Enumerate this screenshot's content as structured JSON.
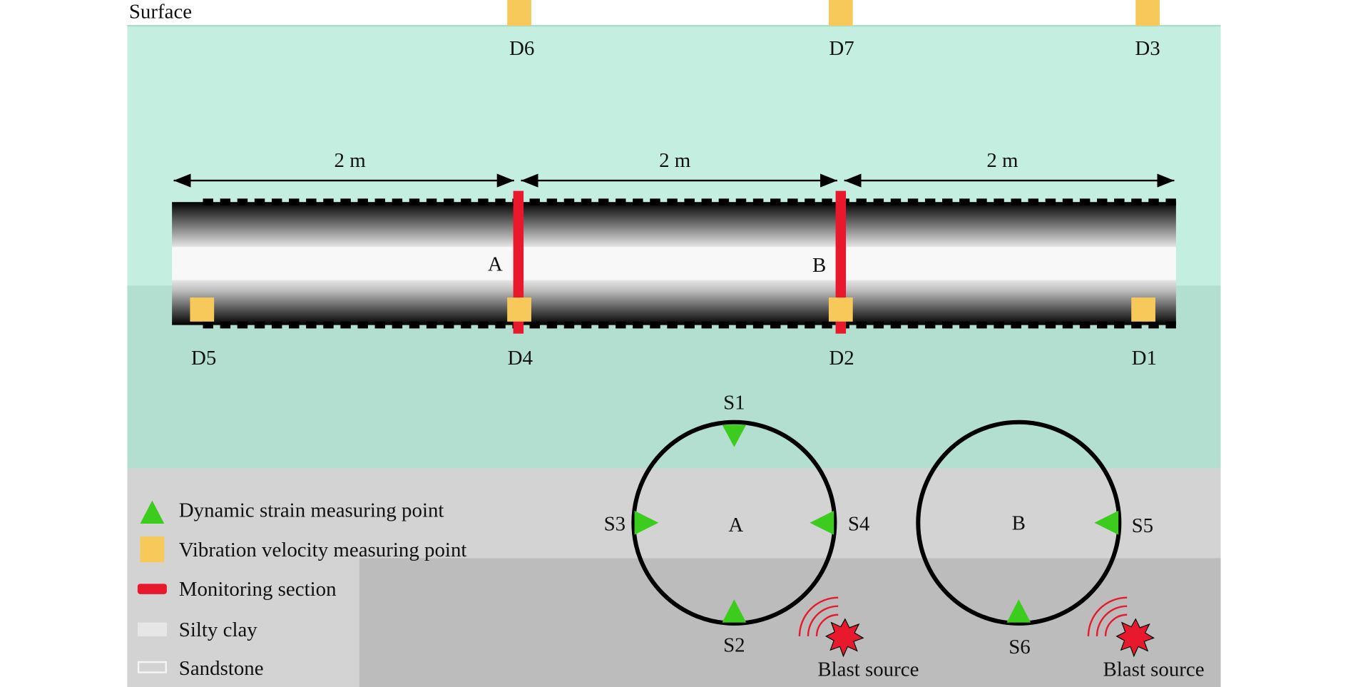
{
  "surface_label": "Surface",
  "surface_points": [
    "D6",
    "D7",
    "D3"
  ],
  "distances": [
    "2 m",
    "2 m",
    "2 m"
  ],
  "sections": [
    "A",
    "B"
  ],
  "pipe_points": [
    "D5",
    "D4",
    "D2",
    "D1"
  ],
  "section_A": {
    "label": "A",
    "points": [
      "S1",
      "S2",
      "S3",
      "S4"
    ]
  },
  "section_B": {
    "label": "B",
    "points": [
      "S5",
      "S6"
    ]
  },
  "blast_label": "Blast source",
  "legend": [
    {
      "label": "Dynamic strain measuring point"
    },
    {
      "label": "Vibration velocity measuring point"
    },
    {
      "label": "Monitoring section"
    },
    {
      "label": "Silty clay"
    },
    {
      "label": "Sandstone"
    }
  ],
  "colors": {
    "strain": "#3ccc1e",
    "velocity": "#f7c95a",
    "section": "#e8192c",
    "teal": "#c4eee0",
    "teal_dark": "#b2dfd0",
    "gray": "#d3d3d3",
    "gray_dark": "#bcbcbc"
  }
}
